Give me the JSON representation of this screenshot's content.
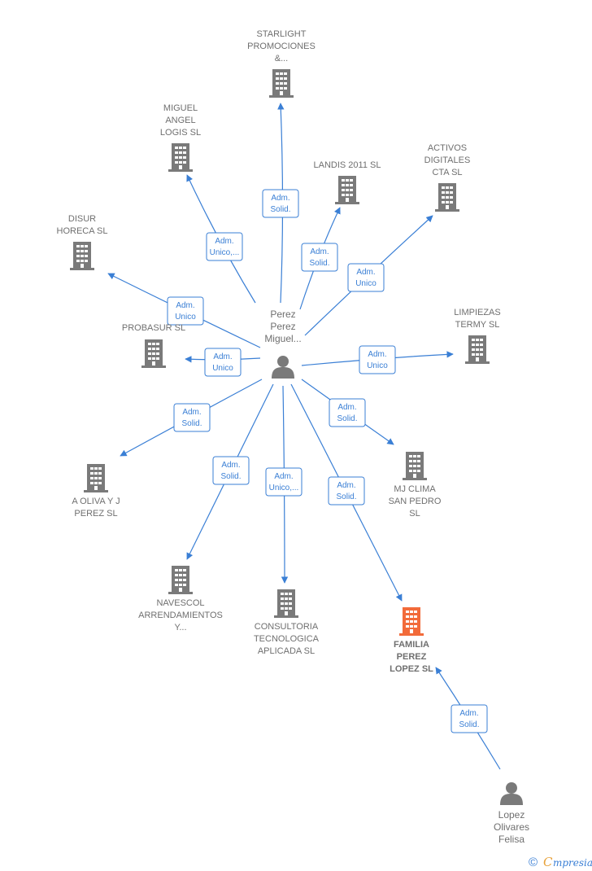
{
  "colors": {
    "edge": "#3a7fd5",
    "company": "#7a7a7a",
    "highlight": "#f26b3a",
    "person": "#7a7a7a"
  },
  "people": [
    {
      "id": "perez",
      "label": [
        "Perez",
        "Perez",
        "Miguel..."
      ]
    },
    {
      "id": "lopez",
      "label": [
        "Lopez",
        "Olivares",
        "Felisa"
      ]
    }
  ],
  "companies": [
    {
      "id": "starlight",
      "label": [
        "STARLIGHT",
        "PROMOCIONES",
        "&..."
      ],
      "highlight": false
    },
    {
      "id": "miguel",
      "label": [
        "MIGUEL",
        "ANGEL",
        "LOGIS  SL"
      ],
      "highlight": false
    },
    {
      "id": "landis",
      "label": [
        "LANDIS 2011 SL"
      ],
      "highlight": false
    },
    {
      "id": "activos",
      "label": [
        "ACTIVOS",
        "DIGITALES",
        "CTA  SL"
      ],
      "highlight": false
    },
    {
      "id": "disur",
      "label": [
        "DISUR",
        "HORECA  SL"
      ],
      "highlight": false
    },
    {
      "id": "probasur",
      "label": [
        "PROBASUR SL"
      ],
      "highlight": false
    },
    {
      "id": "limpiezas",
      "label": [
        "LIMPIEZAS",
        "TERMY  SL"
      ],
      "highlight": false
    },
    {
      "id": "aoliva",
      "label": [
        "A OLIVA Y J",
        "PEREZ SL"
      ],
      "highlight": false
    },
    {
      "id": "mjclima",
      "label": [
        "MJ CLIMA",
        "SAN PEDRO",
        "SL"
      ],
      "highlight": false
    },
    {
      "id": "navescol",
      "label": [
        "NAVESCOL",
        "ARRENDAMIENTOS",
        "Y..."
      ],
      "highlight": false
    },
    {
      "id": "consultoria",
      "label": [
        "CONSULTORIA",
        "TECNOLOGICA",
        "APLICADA  SL"
      ],
      "highlight": false
    },
    {
      "id": "familia",
      "label": [
        "FAMILIA",
        "PEREZ",
        "LOPEZ  SL"
      ],
      "highlight": true
    }
  ],
  "relations": [
    {
      "from": "perez",
      "to": "starlight",
      "role": [
        "Adm.",
        "Solid."
      ]
    },
    {
      "from": "perez",
      "to": "miguel",
      "role": [
        "Adm.",
        "Unico,..."
      ]
    },
    {
      "from": "perez",
      "to": "landis",
      "role": [
        "Adm.",
        "Solid."
      ]
    },
    {
      "from": "perez",
      "to": "activos",
      "role": [
        "Adm.",
        "Unico"
      ]
    },
    {
      "from": "perez",
      "to": "disur",
      "role": [
        "Adm.",
        "Unico"
      ]
    },
    {
      "from": "perez",
      "to": "probasur",
      "role": [
        "Adm.",
        "Unico"
      ]
    },
    {
      "from": "perez",
      "to": "limpiezas",
      "role": [
        "Adm.",
        "Unico"
      ]
    },
    {
      "from": "perez",
      "to": "aoliva",
      "role": [
        "Adm.",
        "Solid."
      ]
    },
    {
      "from": "perez",
      "to": "mjclima",
      "role": [
        "Adm.",
        "Solid."
      ]
    },
    {
      "from": "perez",
      "to": "navescol",
      "role": [
        "Adm.",
        "Solid."
      ]
    },
    {
      "from": "perez",
      "to": "consultoria",
      "role": [
        "Adm.",
        "Unico,..."
      ]
    },
    {
      "from": "perez",
      "to": "familia",
      "role": [
        "Adm.",
        "Solid."
      ]
    },
    {
      "from": "lopez",
      "to": "familia",
      "role": [
        "Adm.",
        "Solid."
      ]
    }
  ],
  "watermark": {
    "copyright": "©",
    "brand_initial": "C",
    "brand_rest": "mpresia"
  }
}
